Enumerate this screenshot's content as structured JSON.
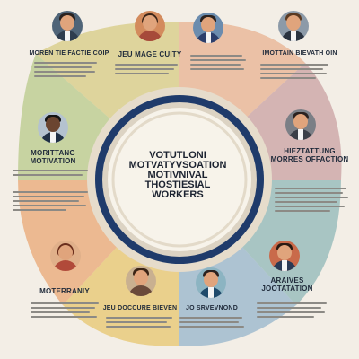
{
  "center": {
    "lines": [
      "VOTUTLONI",
      "MOTVATYVSOATION",
      "MOTIVNIVAL",
      "THOSTIESIAL",
      "WORKERS"
    ]
  },
  "nodes": [
    {
      "id": "n1",
      "label": "MOREN TIE FACTIE COIP"
    },
    {
      "id": "n2",
      "label": "JEU MAGE CUITY"
    },
    {
      "id": "n3",
      "label": ""
    },
    {
      "id": "n4",
      "label": "IMOTTAIN BIEVATH OIN"
    },
    {
      "id": "n5",
      "label": "MORITTANG\nMOTIVATION"
    },
    {
      "id": "n6",
      "label": "HIEZTATTUNG\nMORRES OFFACTION"
    },
    {
      "id": "n7",
      "label": "MOTERRANIY"
    },
    {
      "id": "n8",
      "label": "JEU DOCCURE BIEVEN"
    },
    {
      "id": "n9",
      "label": "JO SRVEVNOND"
    },
    {
      "id": "n10",
      "label": "ARAIVES\nJOOTATATION"
    }
  ],
  "colors": {
    "ring_navy": "#1f3b6b",
    "ring_inner": "#f7f3ea",
    "wedge_green": "#b8c98a",
    "wedge_olive": "#d9cf8e",
    "wedge_orange": "#e8a36c",
    "wedge_peach": "#e9b89a",
    "wedge_mauve": "#c9a0a2",
    "wedge_teal": "#8fb7b7",
    "wedge_blue": "#8fb0c9",
    "wedge_yellow": "#e7c56e"
  }
}
